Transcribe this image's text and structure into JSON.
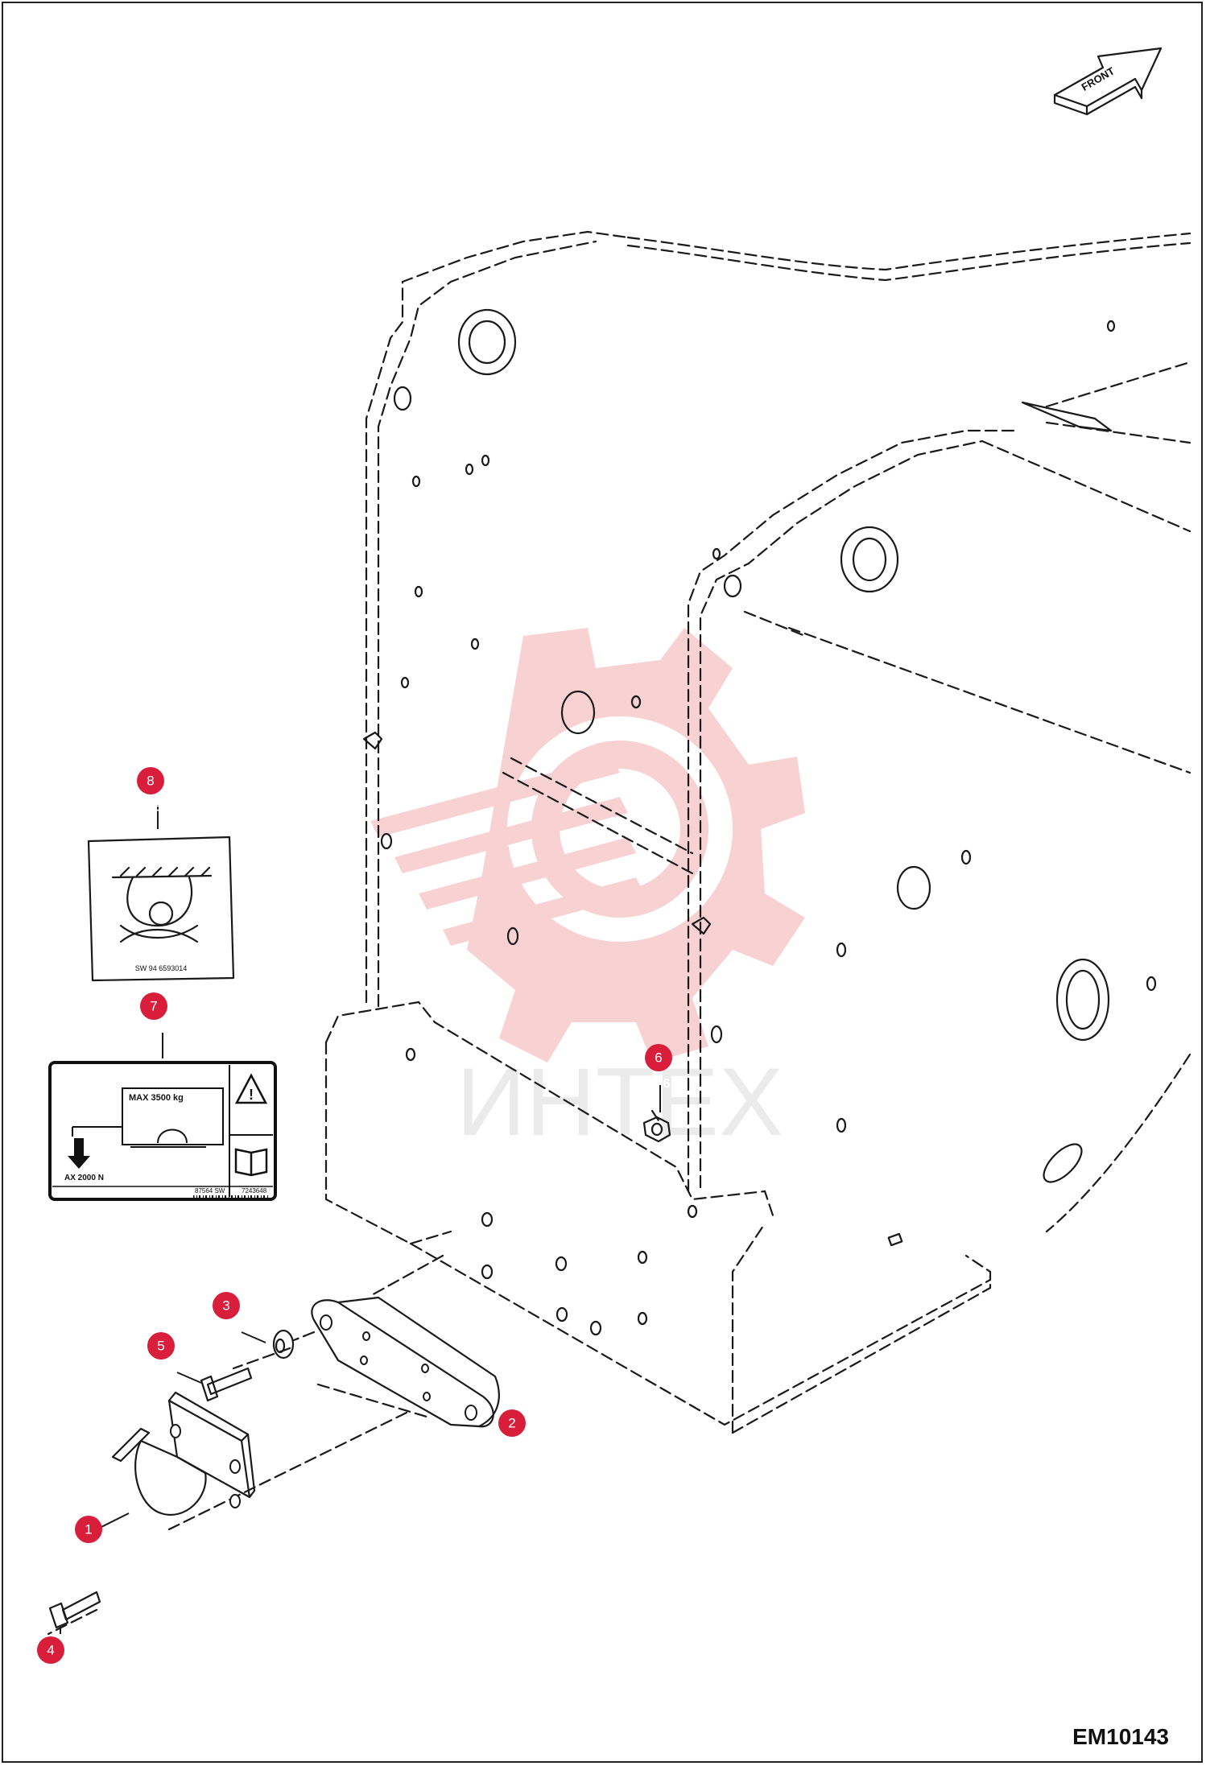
{
  "drawing_code": "EM10143",
  "front_label": "FRONT",
  "watermark_text": "ИНТЕХ",
  "watermark_color": "#f7c9cc",
  "callout_color": "#d81e3a",
  "callouts": [
    {
      "num": "1"
    },
    {
      "num": "2"
    },
    {
      "num": "3"
    },
    {
      "num": "4"
    },
    {
      "num": "5"
    },
    {
      "num": "6"
    },
    {
      "num": "7"
    },
    {
      "num": "8"
    }
  ],
  "decal_trailer": {
    "max_load": "MAX 3500 kg",
    "vertical_load": "AX 2000 N",
    "part_left": "87564 SW",
    "part_right": "7243648"
  },
  "decal_lift": {
    "code": "SW 94   6593014"
  }
}
